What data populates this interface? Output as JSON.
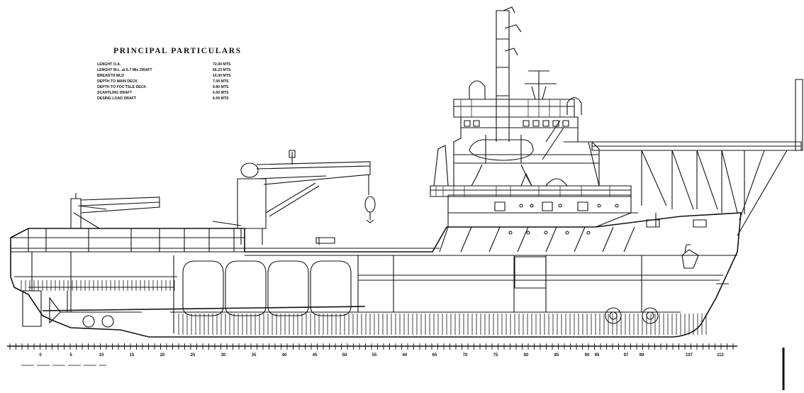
{
  "particulars": {
    "title": "PRINCIPAL PARTICULARS",
    "rows": [
      {
        "label": "LENGHT  O.A.",
        "value": "72.00 MTS"
      },
      {
        "label": "LENGHT  W.L.  at  6.7  Mts      DRAFT",
        "value": "66.23 MTS"
      },
      {
        "label": "BREADTH  MLD",
        "value": "16.00 MTS"
      },
      {
        "label": "DEPTH  TO  MAIN  DECK",
        "value": "7.00 MTS"
      },
      {
        "label": "DEPTH  TO  FOC'TSLE  DECK",
        "value": "9.80 MTS"
      },
      {
        "label": "SCANTLING  DRAFT",
        "value": "6.00 MTS"
      },
      {
        "label": "DESING  LOAD  DRAFT",
        "value": "6.00 MTS"
      }
    ]
  },
  "frame_scale": [
    "0",
    "5",
    "10",
    "15",
    "20",
    "25",
    "30",
    "35",
    "40",
    "45",
    "50",
    "55",
    "60",
    "65",
    "70",
    "75",
    "80",
    "85",
    "90",
    "95",
    "97",
    "99",
    "107",
    "112"
  ]
}
